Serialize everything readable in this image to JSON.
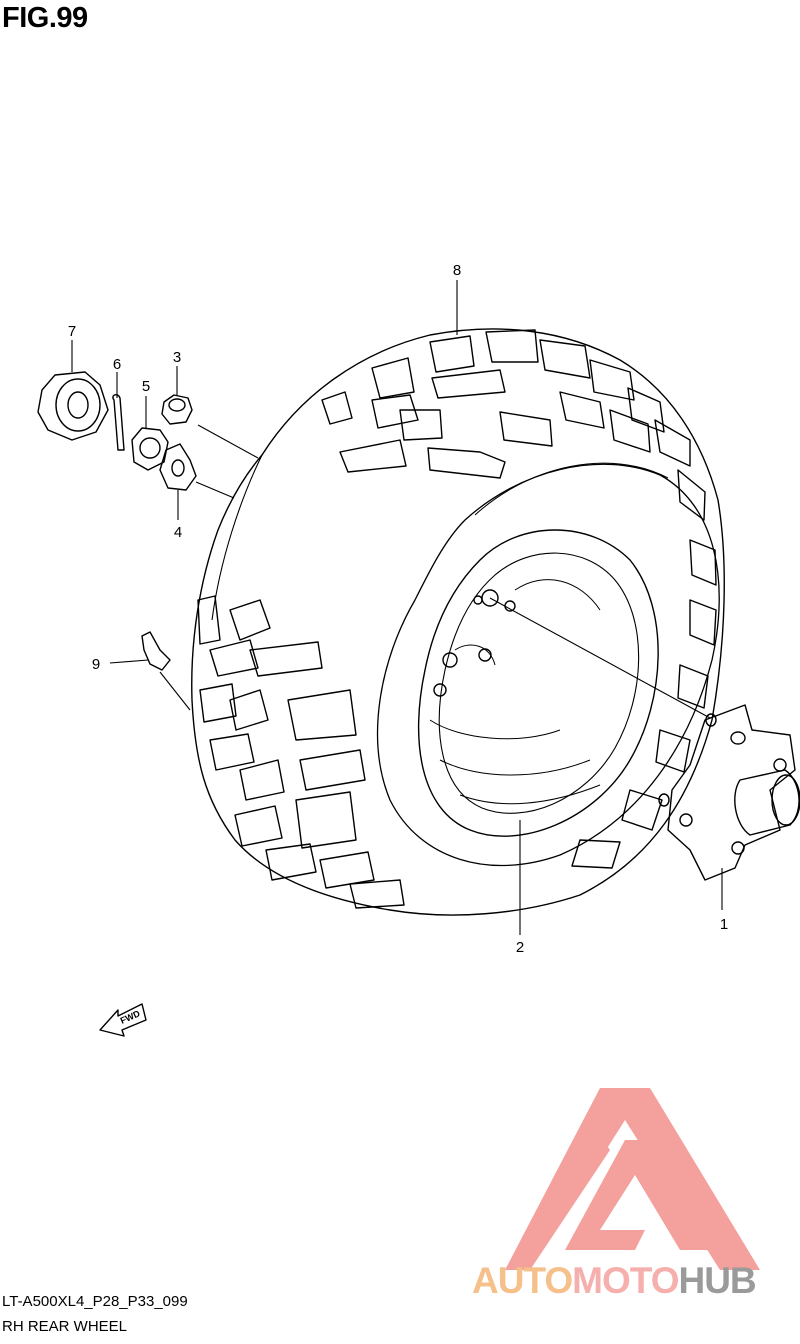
{
  "figure": {
    "title": "FIG.99",
    "part_code": "LT-A500XL4_P28_P33_099",
    "part_name": "RH REAR WHEEL"
  },
  "callouts": [
    {
      "id": "1",
      "label": "1"
    },
    {
      "id": "2",
      "label": "2"
    },
    {
      "id": "3",
      "label": "3"
    },
    {
      "id": "4",
      "label": "4"
    },
    {
      "id": "5",
      "label": "5"
    },
    {
      "id": "6",
      "label": "6"
    },
    {
      "id": "7",
      "label": "7"
    },
    {
      "id": "8",
      "label": "8"
    },
    {
      "id": "9",
      "label": "9"
    }
  ],
  "fwd_arrow": {
    "label": "FWD"
  },
  "watermark": {
    "part_a": "AUTO",
    "part_b": "MOTO",
    "part_c": "HUB",
    "colors": {
      "auto": "#f5c08a",
      "moto": "#f5b0ad",
      "hub": "#9a9a9a",
      "logo": "#f4a09c"
    }
  }
}
